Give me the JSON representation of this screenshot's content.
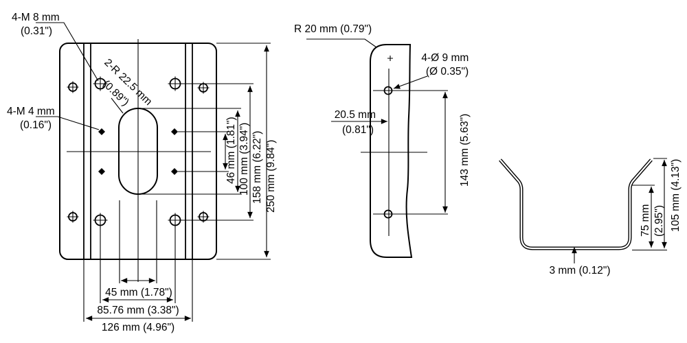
{
  "drawing": {
    "front": {
      "m8_label": "4-M 8 mm",
      "m8_label_in": "(0.31\")",
      "m4_label": "4-M 4 mm",
      "m4_label_in": "(0.16\")",
      "slot_r_label": "2-R 22.5 mm",
      "slot_r_label_in": "(0.89\")",
      "dim_46": "46 mm (1.81\")",
      "dim_100": "100 mm (3.94\")",
      "dim_158": "158 mm (6.22\")",
      "dim_250": "250 mm (9.84\")",
      "dim_45": "45 mm (1.78\")",
      "dim_85": "85.76 mm (3.38\")",
      "dim_126": "126 mm (4.96\")"
    },
    "side": {
      "r20_label": "R 20 mm (0.79\")",
      "hole_label": "4-Ø 9 mm",
      "hole_label_in": "(Ø 0.35\")",
      "dim_20_5": "20.5 mm",
      "dim_20_5_in": "(0.81\")",
      "dim_143": "143 mm (5.63\")"
    },
    "profile": {
      "dim_75": "75 mm",
      "dim_75_in": "(2.95\")",
      "dim_105": "105 mm (4.13\")",
      "dim_3": "3 mm (0.12\")"
    },
    "colors": {
      "line": "#000000",
      "background": "#ffffff"
    }
  }
}
